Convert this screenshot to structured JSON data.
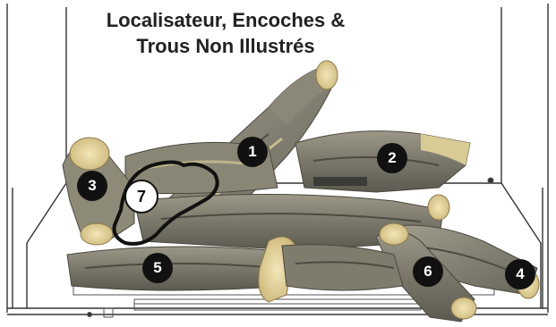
{
  "caption": {
    "line1": "Localisateur, Encoches &",
    "line2": "Trous Non Illustrés"
  },
  "markers": [
    {
      "label": "1",
      "style": "filled"
    },
    {
      "label": "2",
      "style": "filled"
    },
    {
      "label": "3",
      "style": "filled"
    },
    {
      "label": "4",
      "style": "filled"
    },
    {
      "label": "5",
      "style": "filled"
    },
    {
      "label": "6",
      "style": "filled"
    },
    {
      "label": "7",
      "style": "hollow"
    }
  ],
  "colors": {
    "background": "#ffffff",
    "linework": "#333333",
    "log_bark": "#7d7a6c",
    "log_bark_dark": "#5c5a50",
    "log_end": "#e6d8a3",
    "marker_fill": "#111111",
    "marker_text": "#ffffff"
  }
}
